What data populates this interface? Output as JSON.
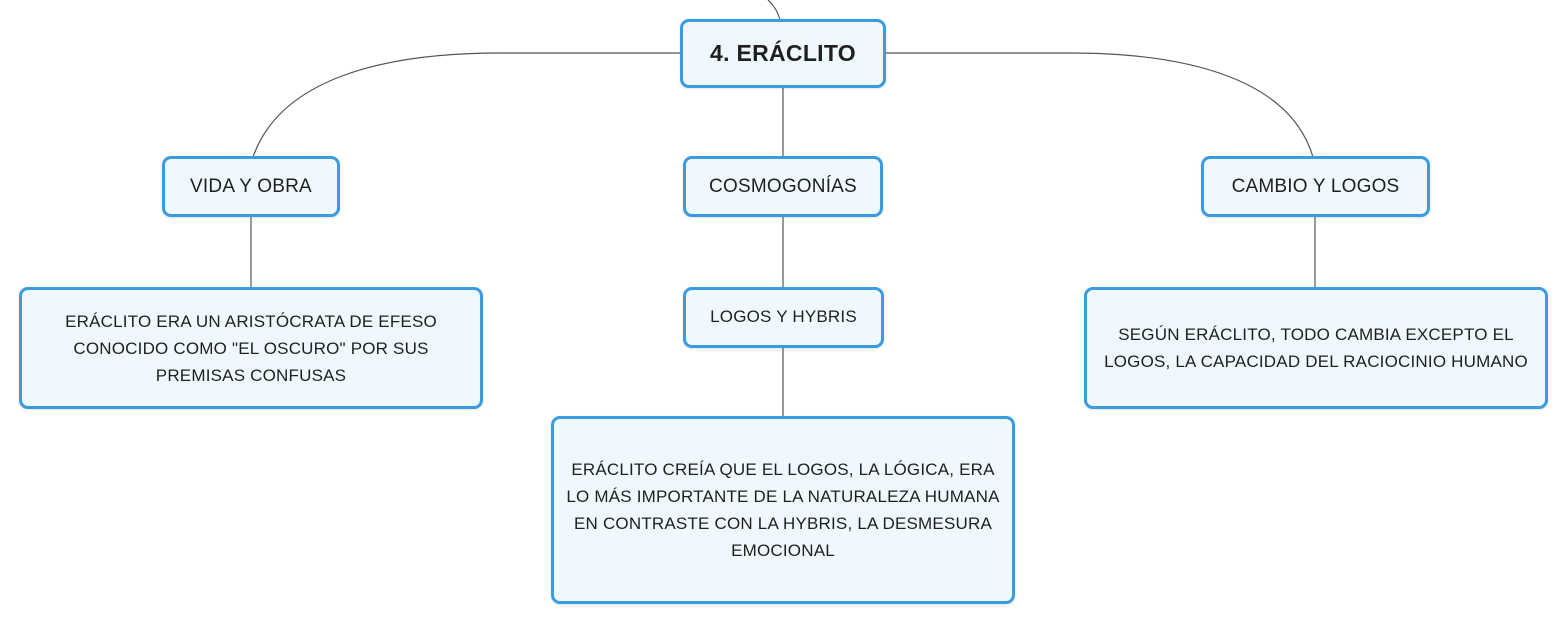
{
  "colors": {
    "node_fill": "#eff8fd",
    "node_border": "#3a9be0",
    "connector": "#555555"
  },
  "diagram": {
    "root": {
      "label": "4. ERÁCLITO"
    },
    "branches": [
      {
        "label": "VIDA Y OBRA",
        "children": [
          {
            "label": "ERÁCLITO ERA UN ARISTÓCRATA DE EFESO CONOCIDO COMO \"EL OSCURO\" POR SUS PREMISAS CONFUSAS"
          }
        ]
      },
      {
        "label": "COSMOGONÍAS",
        "children": [
          {
            "label": "LOGOS Y HYBRIS",
            "children": [
              {
                "label": "ERÁCLITO CREÍA QUE EL LOGOS, LA LÓGICA, ERA LO MÁS IMPORTANTE DE LA NATURALEZA HUMANA EN CONTRASTE CON LA HYBRIS, LA DESMESURA EMOCIONAL"
              }
            ]
          }
        ]
      },
      {
        "label": "CAMBIO Y LOGOS",
        "children": [
          {
            "label": "SEGÚN ERÁCLITO, TODO CAMBIA EXCEPTO EL LOGOS, LA CAPACIDAD DEL RACIOCINIO HUMANO"
          }
        ]
      }
    ]
  }
}
